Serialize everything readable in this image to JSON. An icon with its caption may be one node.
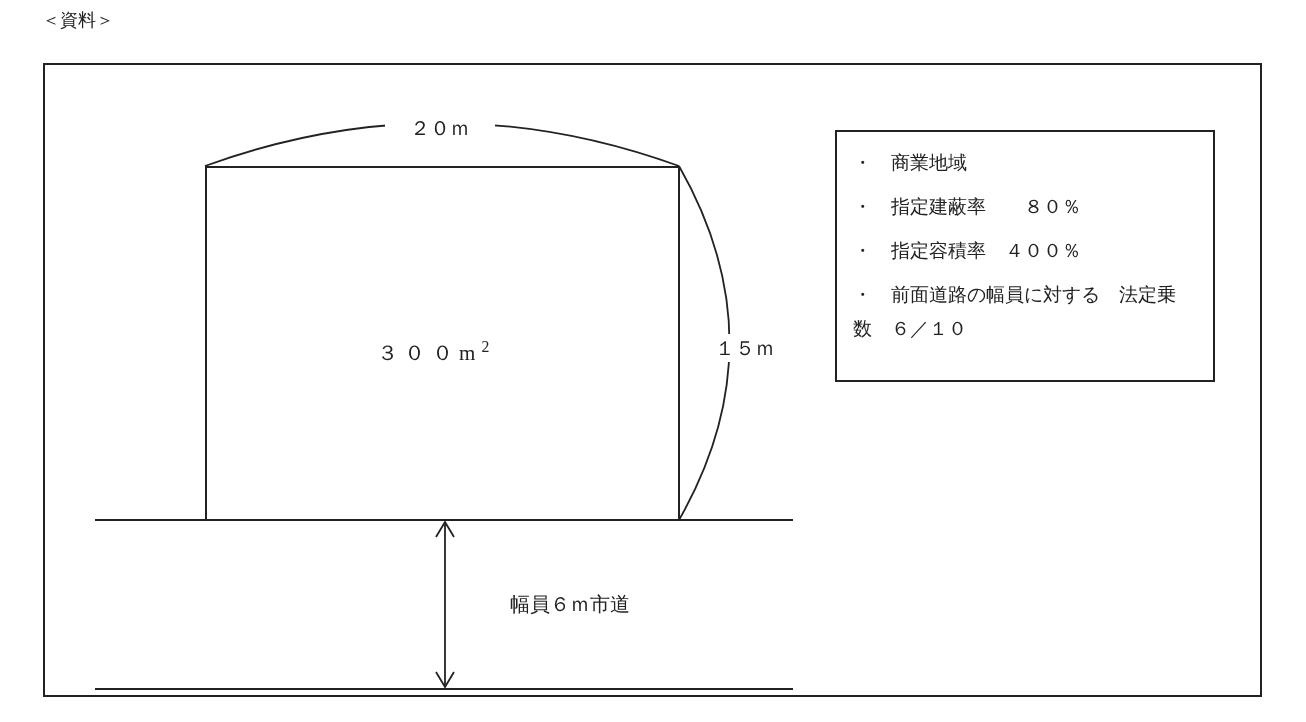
{
  "diagram": {
    "title": "＜資料＞",
    "nodes": [
      {
        "text": [
          "３００m$^{2}$"
        ]
      },
      {
        "text": [
          "・　商業地域",
          "・　指定建蔽率　　８０％",
          "・　指定容積率　４００％",
          "・　前面道路の幅員に対する　法定乗数　６／１０"
        ]
      }
    ],
    "labels": [
      "２０ｍ",
      "１５ｍ",
      "幅員６ｍ市道"
    ]
  }
}
